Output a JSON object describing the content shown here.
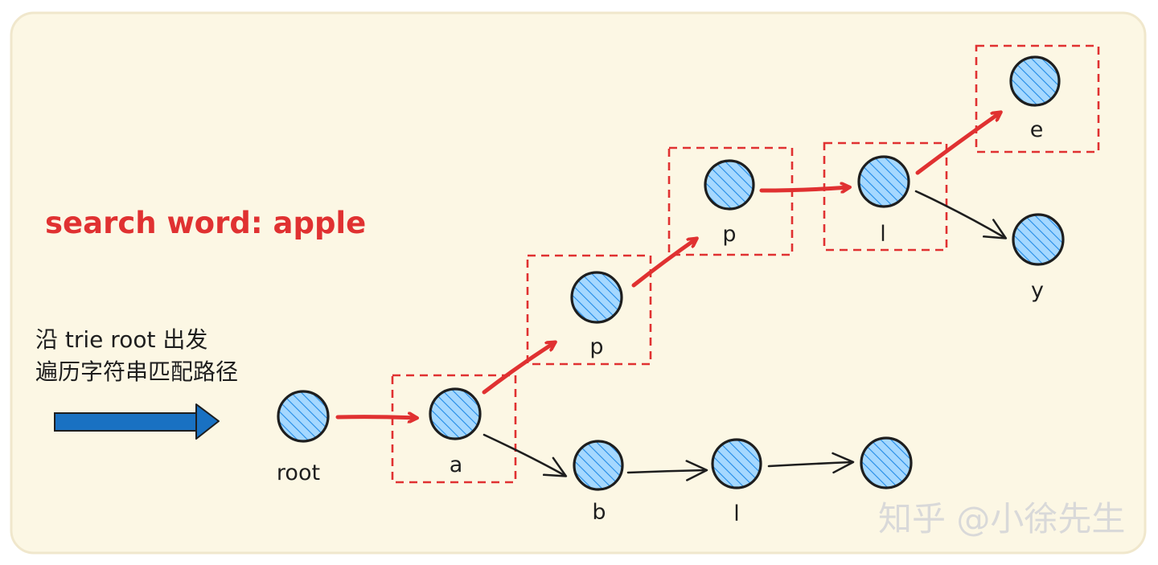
{
  "colors": {
    "panel_bg": "#fcf7e4",
    "panel_border": "#f0e7cc",
    "node_fill": "#a5d8ff",
    "node_hatch": "#228be6",
    "node_stroke": "#1e1e1e",
    "highlight": "#e03131",
    "edge": "#1e1e1e",
    "arrow_blue": "#1971c2",
    "watermark": "#d9d9d9"
  },
  "search_label": "search word: apple",
  "description": {
    "line1": "沿 trie root 出发",
    "line2": "遍历字符串匹配路径"
  },
  "nodes": {
    "root": "root",
    "a": "a",
    "p1": "p",
    "p2": "p",
    "l": "l",
    "e": "e",
    "y": "y",
    "b": "b",
    "l2": "l",
    "end": ""
  },
  "watermark": "知乎 @小徐先生"
}
